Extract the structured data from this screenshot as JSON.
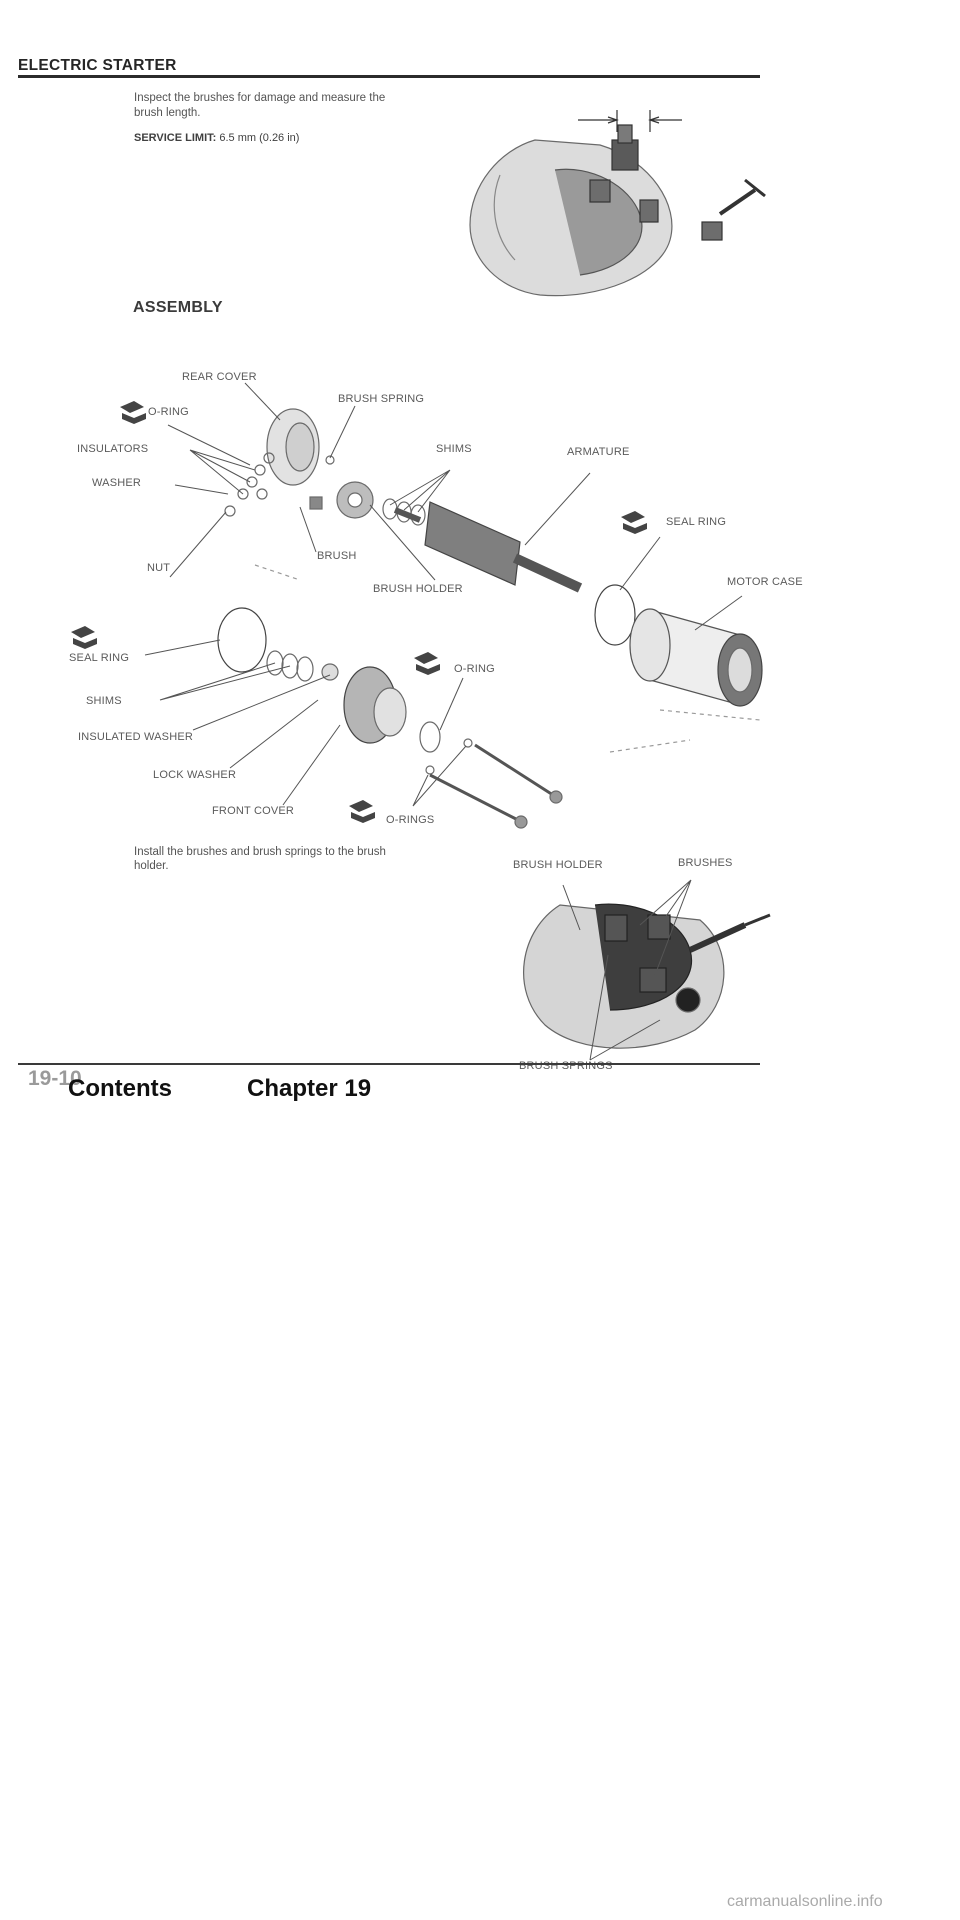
{
  "page": {
    "section_title": "ELECTRIC STARTER",
    "inspect": {
      "line1": "Inspect the brushes for damage and measure the",
      "line2": "brush length.",
      "service_limit_label": "SERVICE LIMIT:",
      "service_limit_value": "6.5 mm (0.26 in)"
    },
    "assembly": {
      "heading": "ASSEMBLY",
      "labels": {
        "rear_cover": "REAR COVER",
        "o_ring_top": "O-RING",
        "brush_spring": "BRUSH SPRING",
        "insulators": "INSULATORS",
        "shims_top": "SHIMS",
        "armature": "ARMATURE",
        "washer": "WASHER",
        "seal_ring_right": "SEAL RING",
        "nut": "NUT",
        "brush": "BRUSH",
        "brush_holder": "BRUSH HOLDER",
        "motor_case": "MOTOR CASE",
        "seal_ring_left": "SEAL RING",
        "o_ring_mid": "O-RING",
        "shims_bottom": "SHIMS",
        "insulated_washer": "INSULATED WASHER",
        "lock_washer": "LOCK WASHER",
        "front_cover": "FRONT COVER",
        "o_rings": "O-RINGS"
      }
    },
    "install": {
      "line1": "Install the brushes and brush springs to the brush",
      "line2": "holder.",
      "labels": {
        "brush_holder": "BRUSH HOLDER",
        "brushes": "BRUSHES",
        "brush_springs": "BRUSH SPRINGS"
      }
    },
    "page_number": "19-10",
    "nav": {
      "contents": "Contents",
      "chapter": "Chapter 19"
    },
    "footer": "carmanualsonline.info"
  }
}
